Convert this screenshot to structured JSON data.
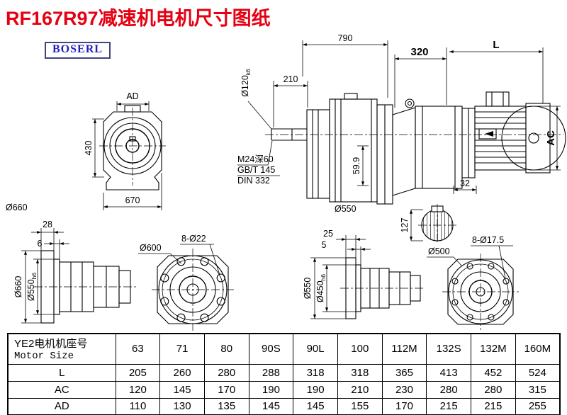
{
  "title": "RF167R97减速机电机尺寸图纸",
  "logo": "BOSERL",
  "labels": {
    "len_total": "790",
    "len_adapter": "320",
    "len_motor": "L",
    "len_shaft": "210",
    "shaft_dia": "Ø120",
    "shaft_tol": "k6",
    "front_ad": "AD",
    "front_430": "430",
    "front_670": "670",
    "front_660": "Ø660",
    "tap_line1": "M24深60",
    "tap_line2": "GB/T 145",
    "tap_line3": "DIN 332",
    "dim_599": "59.9",
    "flange_550": "Ø550",
    "motor_ac": "AC",
    "dim_32": "32",
    "dim_127": "127",
    "bl_28": "28",
    "bl_6": "6",
    "bl_660": "Ø660",
    "bl_550": "Ø550",
    "bl_550_tol": "h6",
    "fl_600": "Ø600",
    "fl_holes": "8-Ø22",
    "br_25": "25",
    "br_5": "5",
    "br_550": "Ø550",
    "br_450": "Ø450",
    "br_450_tol": "h6",
    "fr_500": "Ø500",
    "fr_holes": "8-Ø17.5"
  },
  "table": {
    "header_cn": "YE2电机机座号",
    "header_en": "Motor Size",
    "sizes": [
      "63",
      "71",
      "80",
      "90S",
      "90L",
      "100",
      "112M",
      "132S",
      "132M",
      "160M"
    ],
    "rows": [
      {
        "label": "L",
        "values": [
          "205",
          "260",
          "280",
          "288",
          "318",
          "318",
          "365",
          "413",
          "452",
          "524"
        ]
      },
      {
        "label": "AC",
        "values": [
          "120",
          "145",
          "170",
          "190",
          "190",
          "210",
          "230",
          "280",
          "280",
          "315"
        ]
      },
      {
        "label": "AD",
        "values": [
          "110",
          "130",
          "135",
          "145",
          "145",
          "155",
          "170",
          "215",
          "215",
          "255"
        ]
      }
    ]
  }
}
